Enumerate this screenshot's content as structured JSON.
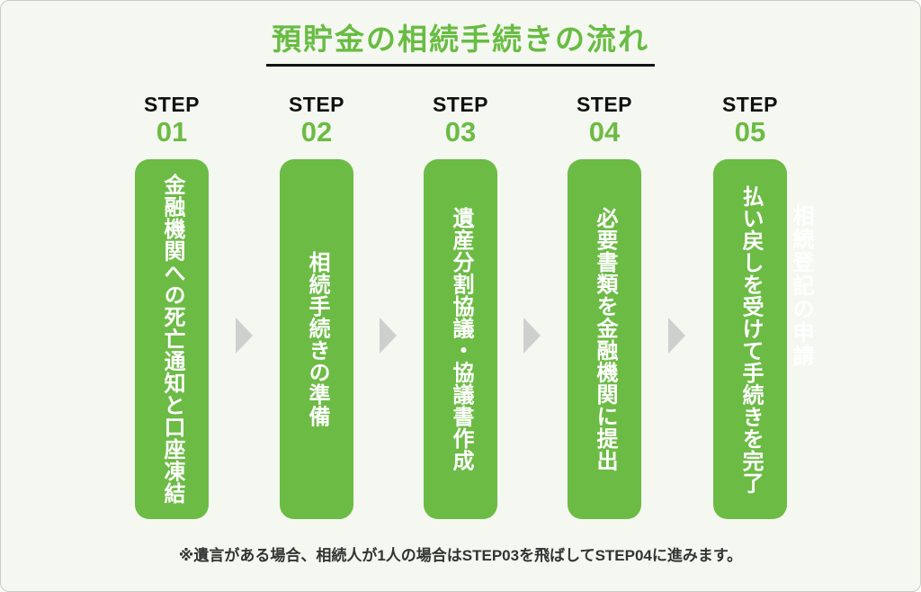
{
  "title": "預貯金の相続手続きの流れ",
  "steps": [
    {
      "label": "STEP",
      "number": "01",
      "text": "金融機関への死亡通知と口座凍結"
    },
    {
      "label": "STEP",
      "number": "02",
      "text": "相続手続きの準備"
    },
    {
      "label": "STEP",
      "number": "03",
      "text": "遺産分割協議・協議書作成"
    },
    {
      "label": "STEP",
      "number": "04",
      "text": "必要書類を金融機関に提出"
    },
    {
      "label": "STEP",
      "number": "05",
      "text": "払い戻しを受けて手続きを完了"
    }
  ],
  "ghost_text": "相続登記の申請",
  "note": "※遺言がある場合、相続人が1人の場合はSTEP03を飛ばしてSTEP04に進みます。",
  "colors": {
    "background": "#f5f8f0",
    "accent_green": "#6cbb45",
    "title_green": "#68bc43",
    "title_underline": "#111111",
    "step_label_black": "#111111",
    "box_text_white": "#ffffff",
    "arrow_gray": "#cfcfcf",
    "note_text": "#333333"
  }
}
